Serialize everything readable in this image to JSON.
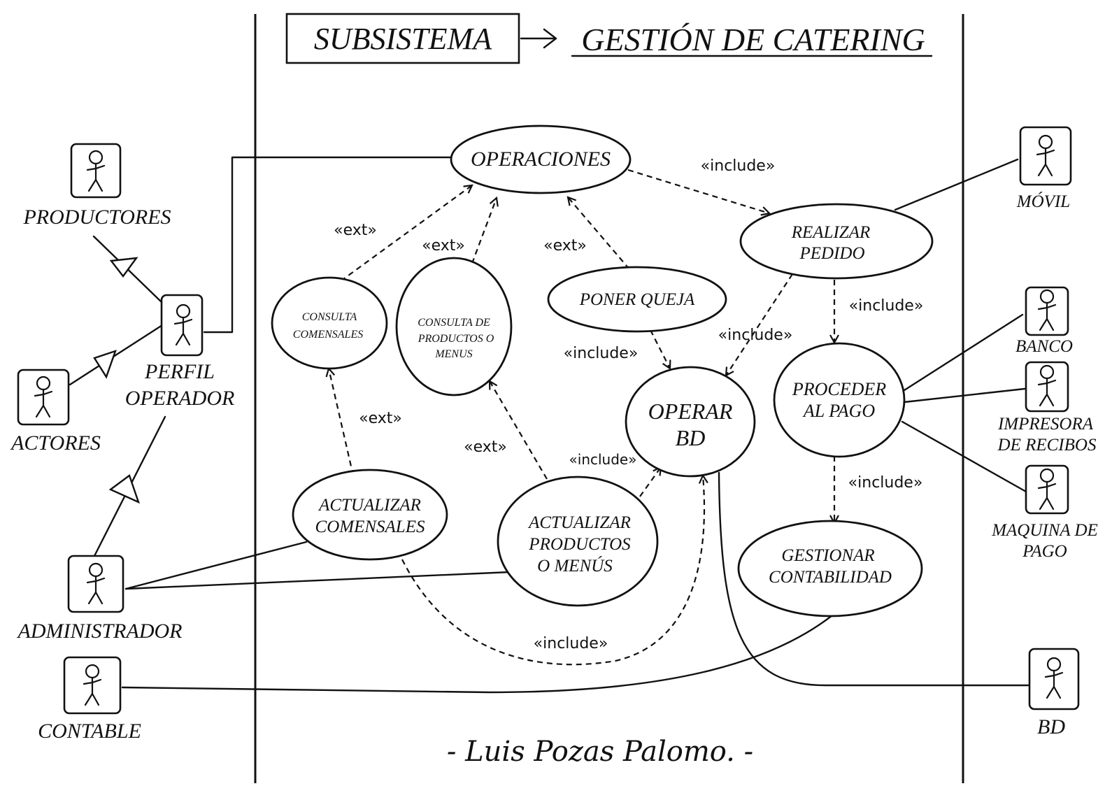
{
  "header": {
    "subsystem_label": "SUBSISTEMA",
    "system_name": "GESTIÓN DE CATERING"
  },
  "actors": {
    "productores": "PRODUCTORES",
    "actores": "ACTORES",
    "perfil_operador": [
      "PERFIL",
      "OPERADOR"
    ],
    "administrador": "ADMINISTRADOR",
    "contable": "CONTABLE",
    "movil": "MÓVIL",
    "banco": "BANCO",
    "impresora": [
      "IMPRESORA",
      "DE RECIBOS"
    ],
    "maquina_pago": [
      "MAQUINA DE",
      "PAGO"
    ],
    "bd": "BD"
  },
  "use_cases": {
    "operaciones": "OPERACIONES",
    "realizar_pedido": [
      "REALIZAR",
      "PEDIDO"
    ],
    "consulta_comensales": [
      "CONSULTA",
      "COMENSALES"
    ],
    "consulta_productos": [
      "CONSULTA DE",
      "PRODUCTOS O",
      "MENUS"
    ],
    "poner_queja": "PONER QUEJA",
    "operar_bd": [
      "OPERAR",
      "BD"
    ],
    "proceder_pago": [
      "PROCEDER",
      "AL PAGO"
    ],
    "actualizar_comensales": [
      "ACTUALIZAR",
      "COMENSALES"
    ],
    "actualizar_productos": [
      "ACTUALIZAR",
      "PRODUCTOS",
      "O MENÚS"
    ],
    "gestionar_contabilidad": [
      "GESTIONAR",
      "CONTABILIDAD"
    ]
  },
  "relations": {
    "include": "«include»",
    "ext": "«ext»"
  },
  "signature": "- Luis Pozas Palomo. -"
}
